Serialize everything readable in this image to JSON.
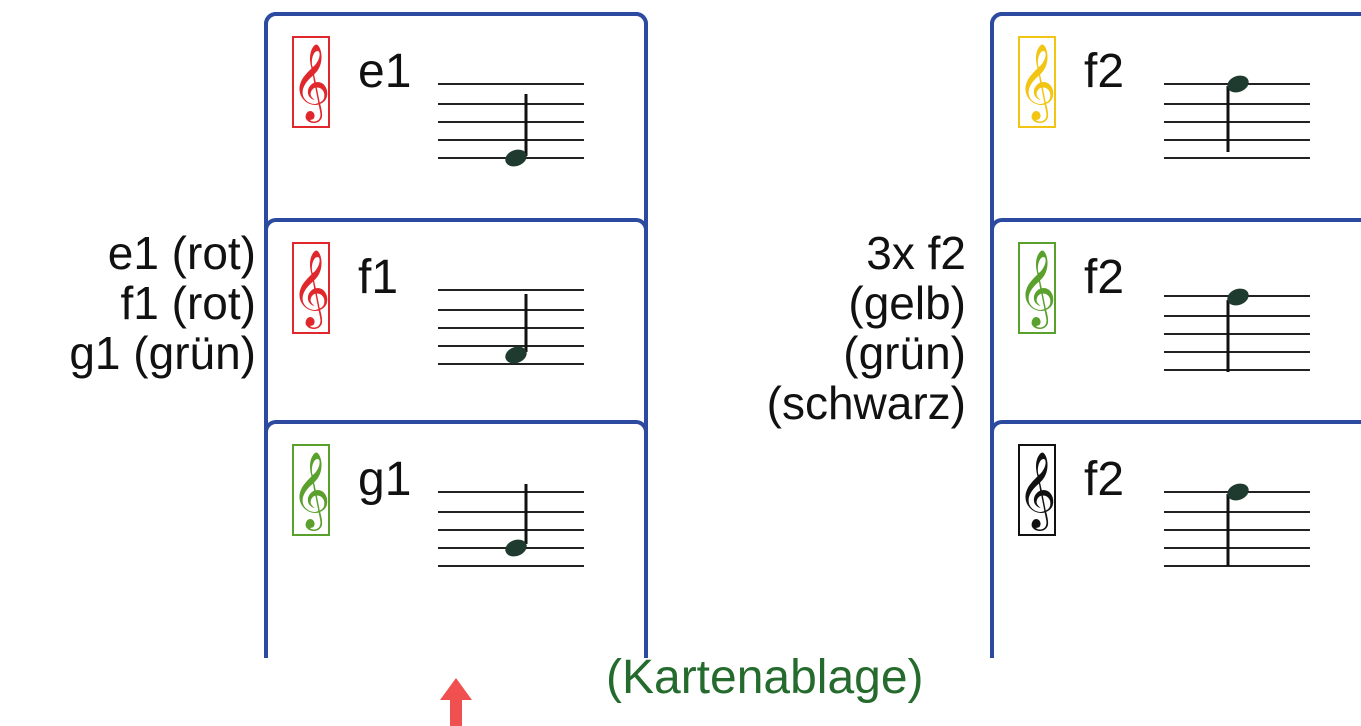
{
  "left_label": [
    "e1 (rot)",
    "f1 (rot)",
    "g1 (grün)"
  ],
  "right_label": [
    "3x f2",
    "(gelb)",
    "(grün)",
    "(schwarz)"
  ],
  "caption": "(Kartenablage)",
  "colors": {
    "frame": "#2c4ba0",
    "red": "#e0282c",
    "green": "#5aa02c",
    "yellow": "#f2c514",
    "black": "#111111",
    "caption": "#256b2d",
    "arrow": "#f05050"
  },
  "left_cards": [
    {
      "note": "e1",
      "clef_icon": "treble-clef-icon",
      "clef_color": "#e0282c"
    },
    {
      "note": "f1",
      "clef_icon": "treble-clef-icon",
      "clef_color": "#e0282c"
    },
    {
      "note": "g1",
      "clef_icon": "treble-clef-icon",
      "clef_color": "#5aa02c"
    }
  ],
  "right_cards": [
    {
      "note": "f2",
      "clef_icon": "treble-clef-icon",
      "clef_color": "#f2c514"
    },
    {
      "note": "f2",
      "clef_icon": "treble-clef-icon",
      "clef_color": "#5aa02c"
    },
    {
      "note": "f2",
      "clef_icon": "treble-clef-icon",
      "clef_color": "#111111"
    }
  ]
}
